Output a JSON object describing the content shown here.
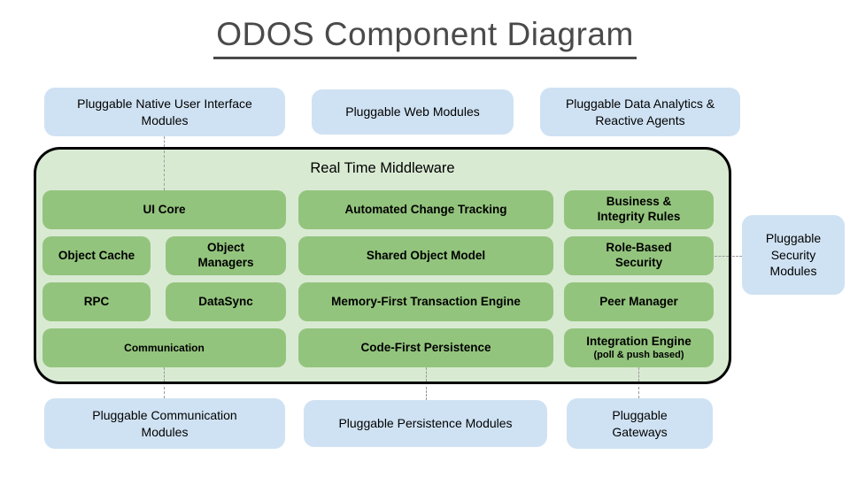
{
  "title": "ODOS Component Diagram",
  "colors": {
    "plugin_box": "#cfe2f3",
    "middleware_fill": "#d9ead3",
    "component_box": "#93c47d",
    "container_border": "#000000",
    "connector": "#9a9a9a",
    "title_text": "#4a4a4a"
  },
  "plugins": {
    "native_ui": "Pluggable Native User Interface\nModules",
    "web": "Pluggable Web Modules",
    "data_analytics": "Pluggable Data Analytics &\nReactive Agents",
    "communication": "Pluggable Communication\nModules",
    "persistence": "Pluggable Persistence Modules",
    "gateways": "Pluggable\nGateways",
    "security": "Pluggable\nSecurity\nModules"
  },
  "middleware": {
    "label": "Real Time Middleware",
    "components": {
      "ui_core": "UI Core",
      "automated_change_tracking": "Automated Change Tracking",
      "business_integrity_rules": "Business &\nIntegrity Rules",
      "object_cache": "Object Cache",
      "object_managers": "Object\nManagers",
      "shared_object_model": "Shared Object Model",
      "role_based_security": "Role-Based\nSecurity",
      "rpc": "RPC",
      "datasync": "DataSync",
      "memory_first": "Memory-First Transaction Engine",
      "peer_manager": "Peer Manager",
      "communication": "Communication",
      "code_first_persistence": "Code-First Persistence",
      "integration_engine": "Integration Engine",
      "integration_engine_sub": "(poll & push based)"
    }
  },
  "connections": [
    {
      "from": "Pluggable Native User Interface Modules",
      "to": "UI Core",
      "style": "dashed"
    },
    {
      "from": "Communication",
      "to": "Pluggable Communication Modules",
      "style": "dashed"
    },
    {
      "from": "Code-First Persistence",
      "to": "Pluggable Persistence Modules",
      "style": "dashed"
    },
    {
      "from": "Integration Engine",
      "to": "Pluggable Gateways",
      "style": "dashed"
    },
    {
      "from": "Role-Based Security",
      "to": "Pluggable Security Modules",
      "style": "dashed"
    }
  ]
}
